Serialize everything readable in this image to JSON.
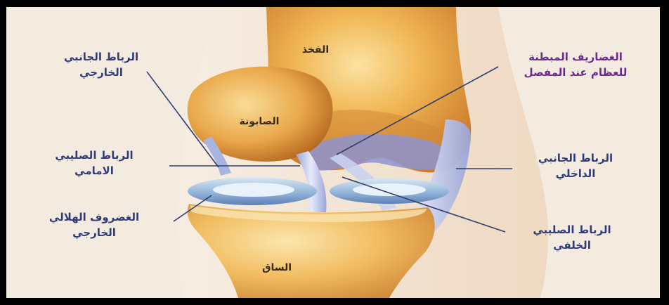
{
  "labels": {
    "femur": "الفخذ",
    "patella": "الصابونة",
    "tibia": "الساق",
    "lateral_collateral": [
      "الرباط الجانبي",
      "الخارجي"
    ],
    "cartilage": [
      "الغضاريف المبطنة",
      "للعظام عند المفصل"
    ],
    "anterior_cruciate": [
      "الرباط الصليبي",
      "الامامي"
    ],
    "medial_collateral": [
      "الرباط الجانبي",
      "الداخلي"
    ],
    "lateral_meniscus": [
      "الغضروف الهلالي",
      "الخارجي"
    ],
    "posterior_cruciate": [
      "الرباط الصليبي",
      "الخلفي"
    ]
  },
  "colors": {
    "bone": "#e8a63a",
    "bone_light": "#f7cf7a",
    "ligament": "#b8c2e8",
    "meniscus": "#8fb3d8",
    "label_text": "#303c7a",
    "cartilage_text": "#6a2b8e",
    "leader_line": "#2e3f6e"
  }
}
